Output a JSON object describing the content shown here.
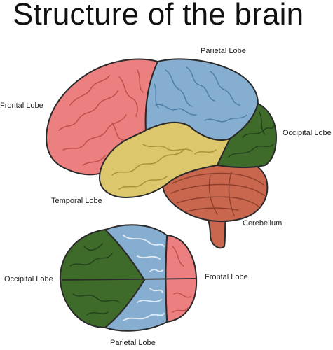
{
  "title": "Structure of the brain",
  "side_view": {
    "labels": {
      "parietal": "Parietal Lobe",
      "frontal": "Frontal Lobe",
      "occipital": "Occipital Lobe",
      "temporal": "Temporal Lobe",
      "cerebellum": "Cerebellum"
    }
  },
  "top_view": {
    "labels": {
      "occipital": "Occipital Lobe",
      "frontal": "Frontal Lobe",
      "parietal": "Parietal Lobe"
    }
  },
  "colors": {
    "frontal": "#ec7f7f",
    "parietal": "#85aed0",
    "occipital": "#3f6b2a",
    "temporal": "#dcc76c",
    "cerebellum": "#c9674e",
    "outline": "#2a2a2a"
  }
}
